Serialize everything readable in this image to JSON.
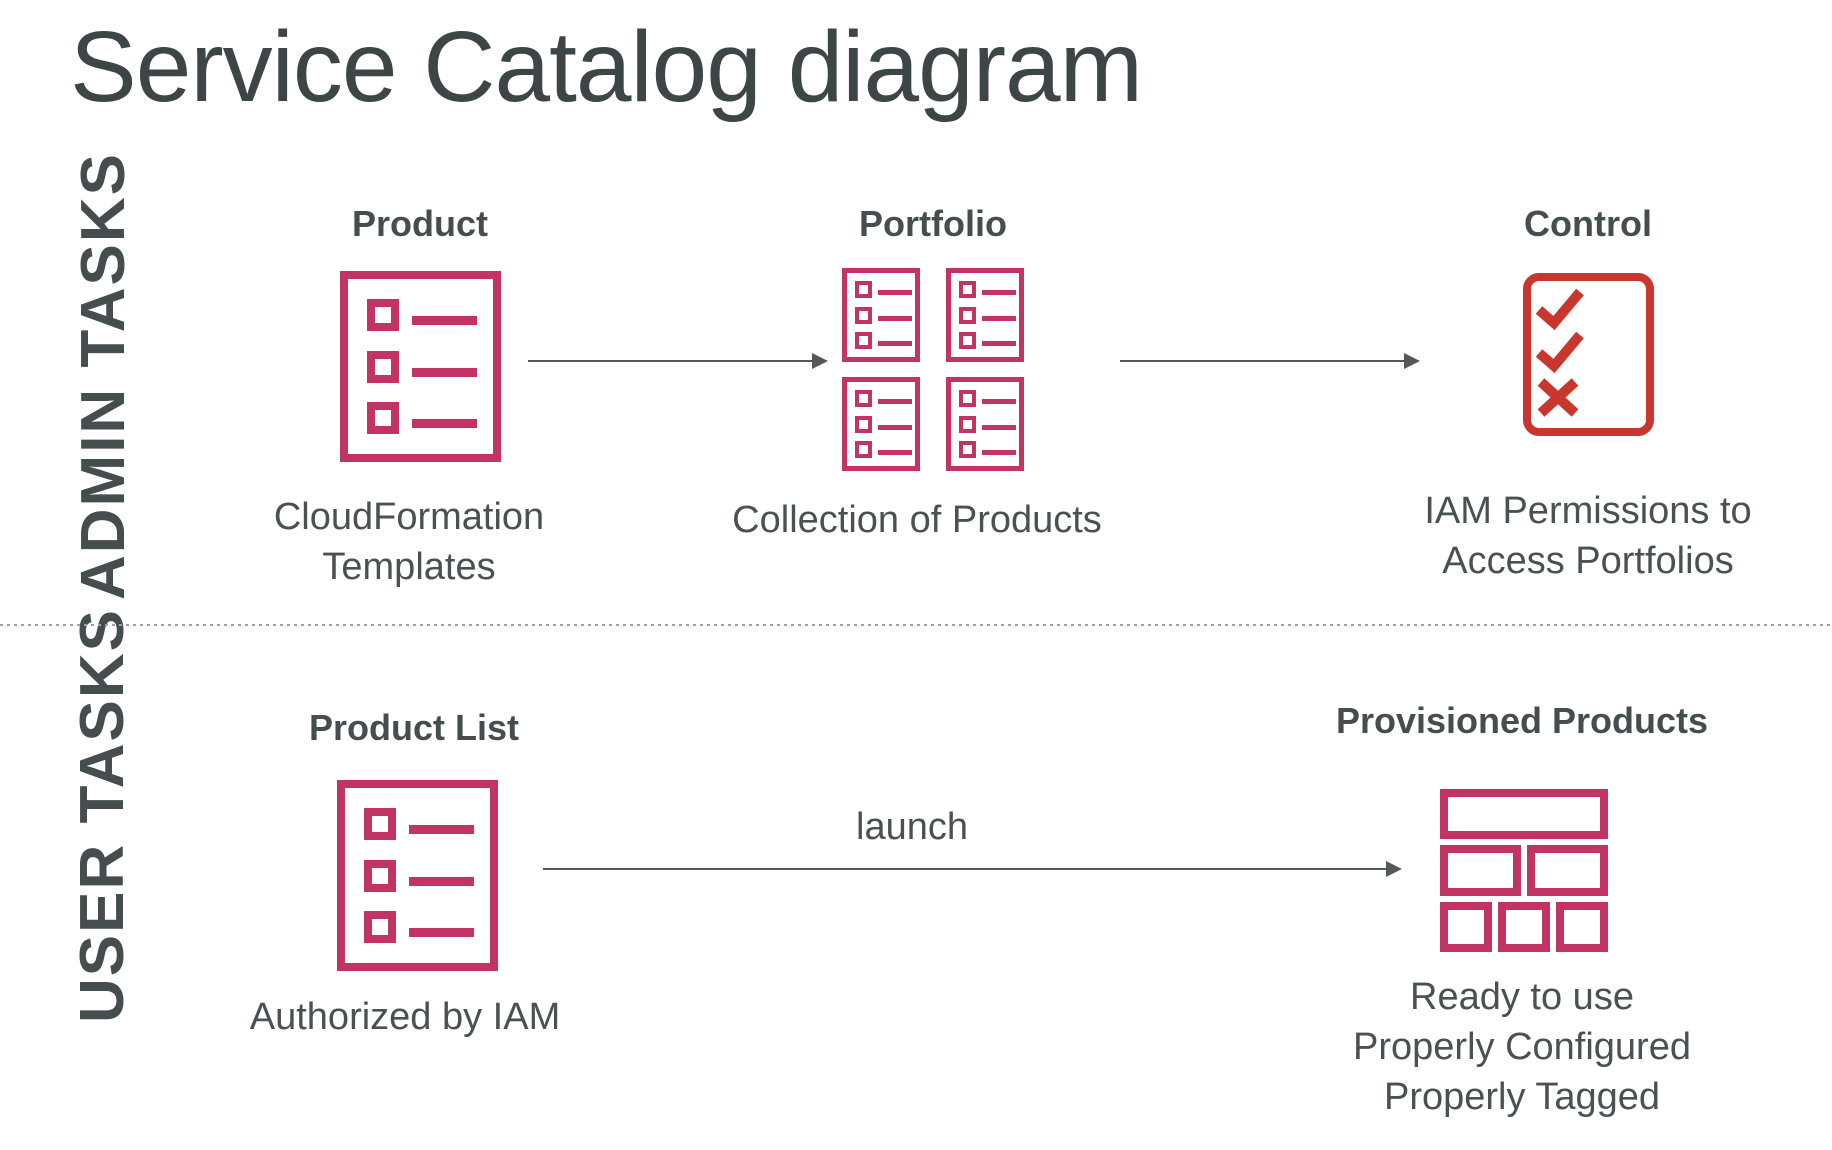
{
  "title": "Service Catalog diagram",
  "colors": {
    "text_dark": "#3E4546",
    "label_gray": "#464D4F",
    "text_gray": "#4A5152",
    "pink": "#C23463",
    "red": "#C8362E",
    "arrow": "#55585A",
    "divider": "#9AA0A4"
  },
  "admin": {
    "side_label": "ADMIN TASKS",
    "product": {
      "title": "Product",
      "caption": [
        "CloudFormation",
        "Templates"
      ]
    },
    "portfolio": {
      "title": "Portfolio",
      "caption": [
        "Collection of Products"
      ]
    },
    "control": {
      "title": "Control",
      "caption": [
        "IAM Permissions to",
        "Access Portfolios"
      ]
    }
  },
  "user": {
    "side_label": "USER TASKS",
    "product_list": {
      "title": "Product List",
      "caption": [
        "Authorized by IAM"
      ]
    },
    "launch_label": "launch",
    "provisioned": {
      "title": "Provisioned Products",
      "caption": [
        "Ready to use",
        "Properly Configured",
        "Properly Tagged"
      ]
    }
  },
  "icons": {
    "product": "list-document-icon",
    "portfolio": "list-document-grid-icon",
    "control": "checklist-icon",
    "provisioned": "stacked-blocks-icon"
  }
}
